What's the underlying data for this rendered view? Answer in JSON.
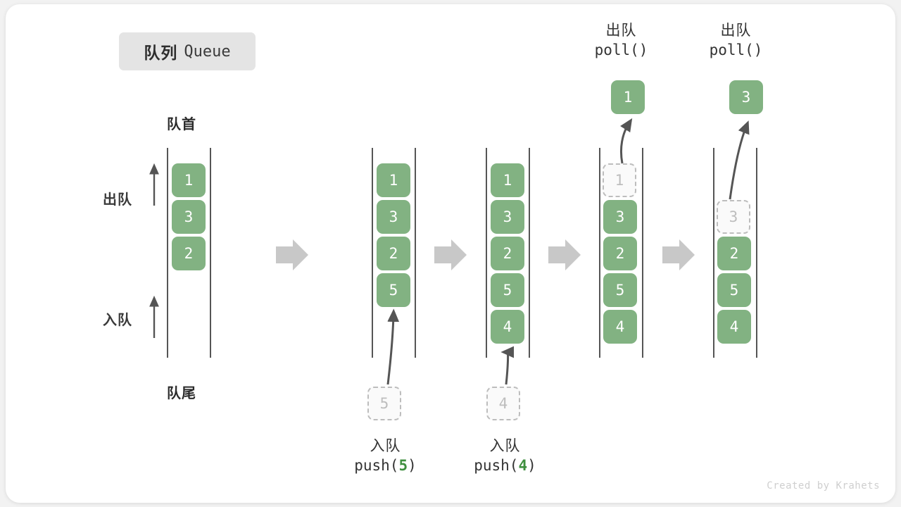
{
  "title": {
    "cn": "队列",
    "en": "Queue"
  },
  "captions": {
    "head": "队首",
    "tail": "队尾"
  },
  "directions": {
    "dequeue": "出队",
    "enqueue": "入队"
  },
  "credit": "Created by Krahets",
  "colors": {
    "cell_fill": "#82b282",
    "cell_text": "#ffffff",
    "ghost_fill": "#fafafa",
    "ghost_border": "#bdbdbd",
    "ghost_text": "#bdbdbd",
    "rail": "#555555",
    "arrow": "#555555",
    "step_arrow": "#c8c8c8",
    "badge_bg": "#e4e4e4",
    "accent_number": "#3f8f3f",
    "card_bg": "#ffffff",
    "page_bg": "#f2f2f2"
  },
  "steps": [
    {
      "id": "state-initial",
      "cells": [
        "1",
        "3",
        "2"
      ],
      "ghost_in_queue": null,
      "incoming": null,
      "outgoing": null,
      "caption_top": null,
      "caption_bottom": null
    },
    {
      "id": "state-after-push-5",
      "cells": [
        "1",
        "3",
        "2",
        "5"
      ],
      "ghost_in_queue": null,
      "incoming": "5",
      "outgoing": null,
      "caption_top": null,
      "caption_bottom": {
        "cn": "入队",
        "code_prefix": "push(",
        "code_num": "5",
        "code_suffix": ")"
      }
    },
    {
      "id": "state-after-push-4",
      "cells": [
        "1",
        "3",
        "2",
        "5",
        "4"
      ],
      "ghost_in_queue": null,
      "incoming": "4",
      "outgoing": null,
      "caption_top": null,
      "caption_bottom": {
        "cn": "入队",
        "code_prefix": "push(",
        "code_num": "4",
        "code_suffix": ")"
      }
    },
    {
      "id": "state-poll-1",
      "cells": [
        "3",
        "2",
        "5",
        "4"
      ],
      "ghost_in_queue": "1",
      "incoming": null,
      "outgoing": "1",
      "caption_top": {
        "cn": "出队",
        "code": "poll()"
      },
      "caption_bottom": null
    },
    {
      "id": "state-poll-3",
      "cells": [
        "2",
        "5",
        "4"
      ],
      "ghost_in_queue": "3",
      "incoming": null,
      "outgoing": "3",
      "caption_top": {
        "cn": "出队",
        "code": "poll()"
      },
      "caption_bottom": null
    }
  ]
}
